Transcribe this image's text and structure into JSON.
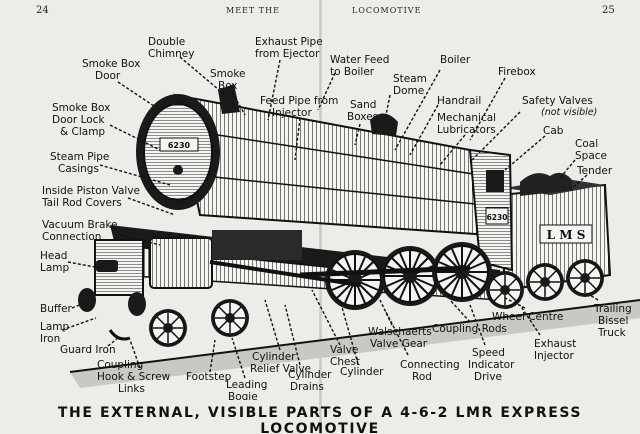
{
  "header": {
    "page_left": "24",
    "page_right": "25",
    "running_left": "MEET THE",
    "running_right": "LOCOMOTIVE"
  },
  "engine": {
    "smokebox_number": "6230",
    "cab_number": "6230",
    "tender_lettering": "L M S"
  },
  "labels": {
    "double_chimney": [
      "Double",
      "Chimney"
    ],
    "exhaust_pipe": [
      "Exhaust Pipe",
      "from Ejector"
    ],
    "water_feed": [
      "Water Feed",
      "to Boiler"
    ],
    "boiler": [
      "Boiler"
    ],
    "firebox": [
      "Firebox"
    ],
    "smoke_box_door": [
      "Smoke Box",
      "Door"
    ],
    "smoke_box": [
      "Smoke",
      "Box"
    ],
    "steam_dome": [
      "Steam",
      "Dome"
    ],
    "feed_pipe": [
      "Feed Pipe from",
      "Injector"
    ],
    "handrail": [
      "Handrail"
    ],
    "safety_valves": [
      "Safety Valves"
    ],
    "not_visible": "(not visible)",
    "sand_boxes": [
      "Sand",
      "Boxes"
    ],
    "mechanical_lubricators": [
      "Mechanical",
      "Lubricators"
    ],
    "smoke_box_door_lock": [
      "Smoke Box",
      "Door Lock",
      "& Clamp"
    ],
    "cab": [
      "Cab"
    ],
    "coal_space": [
      "Coal",
      "Space"
    ],
    "steam_pipe_casings": [
      "Steam Pipe",
      "Casings"
    ],
    "tender": [
      "Tender"
    ],
    "inside_piston_valve": [
      "Inside Piston Valve",
      "Tail Rod Covers"
    ],
    "vacuum_brake": [
      "Vacuum Brake",
      "Connection"
    ],
    "head_lamp": [
      "Head",
      "Lamp"
    ],
    "buffer": [
      "Buffer"
    ],
    "lamp_iron": [
      "Lamp",
      "Iron"
    ],
    "guard_iron": [
      "Guard Iron"
    ],
    "coupling_hook": [
      "Coupling",
      "Hook & Screw",
      "Links"
    ],
    "footstep": [
      "Footstep"
    ],
    "leading_bogie": [
      "Leading",
      "Bogie"
    ],
    "cylinder_relief_valve": [
      "Cylinder",
      "Relief Valve"
    ],
    "cylinder_drains": [
      "Cylinder",
      "Drains"
    ],
    "valve_chest": [
      "Valve",
      "Chest"
    ],
    "cylinder": [
      "Cylinder"
    ],
    "walschaerts": [
      "Walschaerts",
      "Valve Gear"
    ],
    "connecting_rod": [
      "Connecting",
      "Rod"
    ],
    "coupling_rods": [
      "Coupling Rods"
    ],
    "speed_indicator": [
      "Speed",
      "Indicator",
      "Drive"
    ],
    "wheel_centre": [
      "Wheel Centre"
    ],
    "exhaust_injector": [
      "Exhaust",
      "Injector"
    ],
    "trailing_bissel": [
      "Trailing",
      "Bissel",
      "Truck"
    ]
  },
  "caption": "THE EXTERNAL, VISIBLE PARTS OF A 4-6-2 LMR EXPRESS LOCOMOTIVE"
}
